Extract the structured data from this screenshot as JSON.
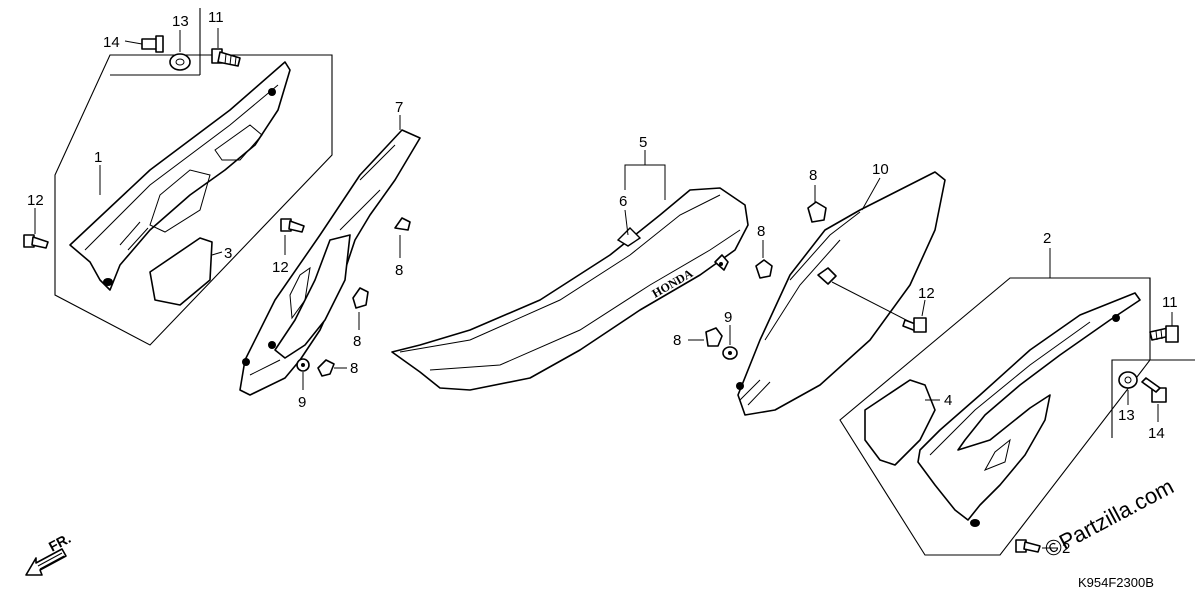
{
  "callouts": {
    "c1": "1",
    "c2a": "2",
    "c2b": "2",
    "c3": "3",
    "c4": "4",
    "c5": "5",
    "c6": "6",
    "c7": "7",
    "c8a": "8",
    "c8b": "8",
    "c8c": "8",
    "c8d": "8",
    "c8e": "8",
    "c8f": "8",
    "c9a": "9",
    "c9b": "9",
    "c10": "10",
    "c11a": "11",
    "c11b": "11",
    "c12a": "12",
    "c12b": "12",
    "c12c": "12",
    "c13a": "13",
    "c13b": "13",
    "c14a": "14",
    "c14b": "14"
  },
  "front_indicator": "FR.",
  "seat_logo": "HONDA",
  "watermark": "©Partzilla.com",
  "diagram_code": "K954F2300B"
}
